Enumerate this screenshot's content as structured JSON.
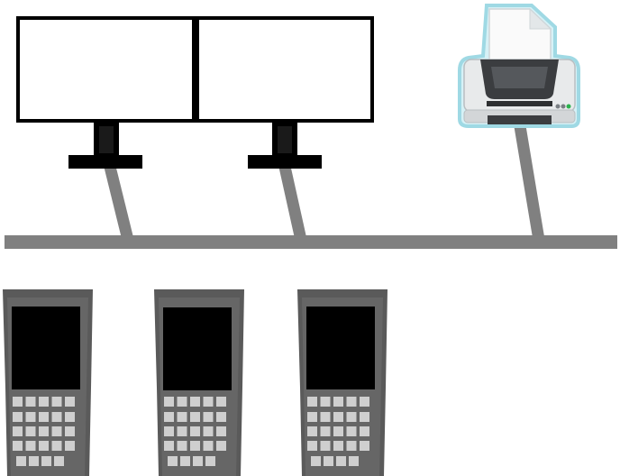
{
  "diagram": {
    "monitors": [
      {
        "name": "monitor-left"
      },
      {
        "name": "monitor-right"
      }
    ],
    "printer": {
      "name": "printer"
    },
    "handhelds": [
      {
        "name": "handheld-terminal-1"
      },
      {
        "name": "handheld-terminal-2"
      },
      {
        "name": "handheld-terminal-3"
      }
    ],
    "colors": {
      "bus": "#808080",
      "monitor_frame": "#000000",
      "monitor_screen": "#ffffff",
      "handheld_body": "#5a5a5a",
      "handheld_screen": "#000000",
      "handheld_key": "#cfcfcf",
      "printer_outline": "#9fd9e4"
    }
  }
}
